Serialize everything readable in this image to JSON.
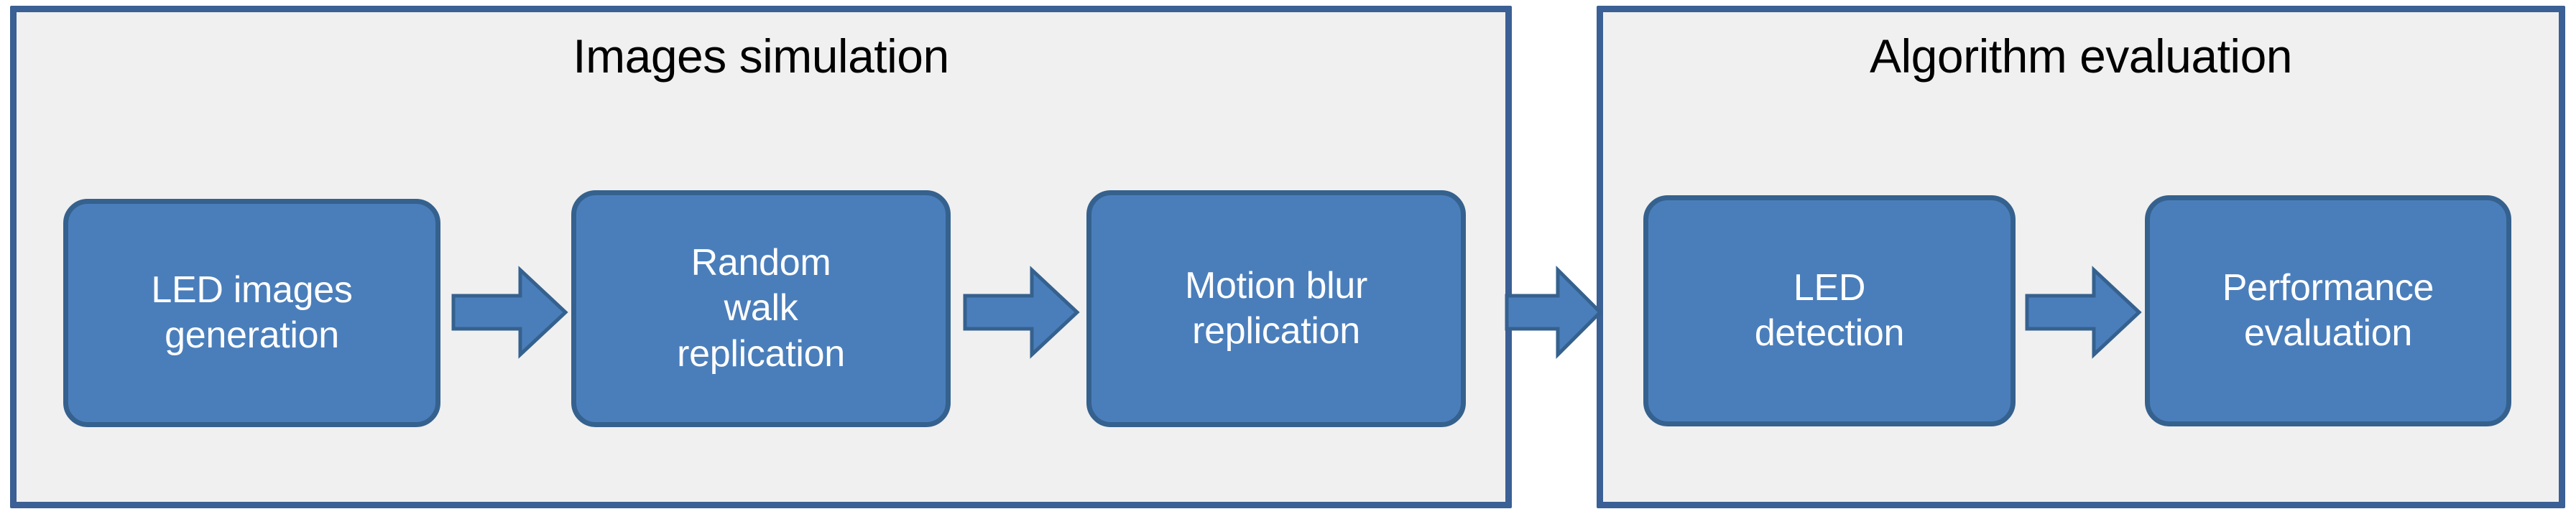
{
  "diagram": {
    "type": "flowchart",
    "title": "",
    "background_color": "#ffffff",
    "group_fill": "#f0f0f0",
    "group_border_color": "#3a6095",
    "node_fill": "#4a7ebb",
    "node_border_color": "#35618e",
    "node_text_color": "#ffffff",
    "arrow_fill": "#4a7ebb",
    "arrow_border_color": "#35618e",
    "groups": [
      {
        "id": "images-simulation",
        "title": "Images simulation",
        "nodes": [
          {
            "id": "led-images-generation",
            "lines": [
              "LED images",
              "generation"
            ]
          },
          {
            "id": "random-walk-replication",
            "lines": [
              "Random",
              "walk",
              "replication"
            ]
          },
          {
            "id": "motion-blur-replication",
            "lines": [
              "Motion blur",
              "replication"
            ]
          }
        ]
      },
      {
        "id": "algorithm-evaluation",
        "title": "Algorithm evaluation",
        "nodes": [
          {
            "id": "led-detection",
            "lines": [
              "LED",
              "detection"
            ]
          },
          {
            "id": "performance-evaluation",
            "lines": [
              "Performance",
              "evaluation"
            ]
          }
        ]
      }
    ],
    "arrows": [
      {
        "id": "gen-to-walk",
        "from": "led-images-generation",
        "to": "random-walk-replication",
        "direction": "right"
      },
      {
        "id": "walk-to-blur",
        "from": "random-walk-replication",
        "to": "motion-blur-replication",
        "direction": "right"
      },
      {
        "id": "sim-to-eval",
        "from": "images-simulation",
        "to": "algorithm-evaluation",
        "direction": "right"
      },
      {
        "id": "detect-to-perf",
        "from": "led-detection",
        "to": "performance-evaluation",
        "direction": "right"
      }
    ]
  }
}
